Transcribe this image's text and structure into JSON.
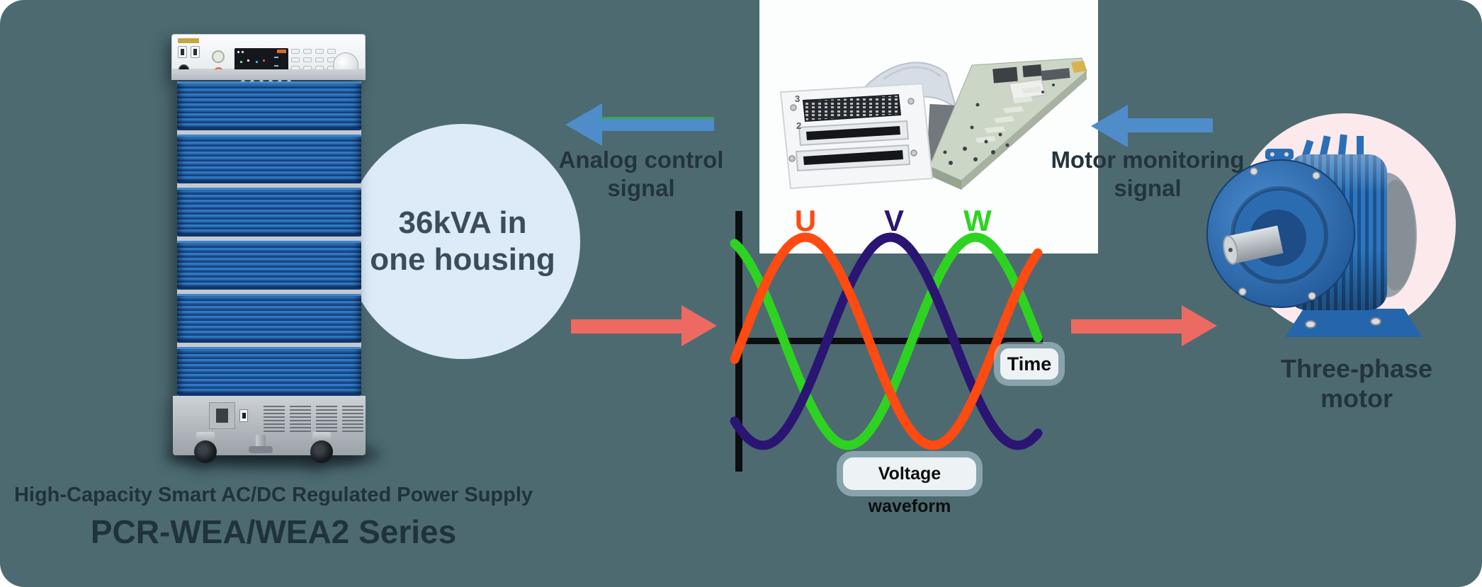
{
  "colors": {
    "background": "#4d6a71",
    "housing_circle_bg": "#dcebf7",
    "arrow_blue": "#4e8dca",
    "arrow_red": "#ec6a61",
    "motor_halo": "#fbe9ec",
    "text_dark": "#24343c"
  },
  "power_supply": {
    "caption_line1": "High-Capacity Smart AC/DC Regulated Power Supply",
    "caption_line2": "PCR-WEA/WEA2 Series"
  },
  "housing_circle": {
    "line1": "36kVA in",
    "line2": "one housing"
  },
  "signals": {
    "analog_line1": "Analog control",
    "analog_line2": "signal",
    "monitor_line1": "Motor monitoring",
    "monitor_line2": "signal"
  },
  "motor": {
    "label": "Three-phase motor"
  },
  "pcb": {
    "port_numbers": [
      "3",
      "2"
    ]
  },
  "chart_data": {
    "type": "line",
    "title": "Voltage waveform",
    "xlabel": "Time",
    "ylabel": "Voltage",
    "grid": false,
    "legend_position": "above-peaks",
    "x_range_deg": [
      -10,
      418
    ],
    "amplitude": 1,
    "description": "Three-phase sinusoidal voltage waveforms U, V, W separated by 120 degrees",
    "series": [
      {
        "name": "U",
        "color": "#ff4a11",
        "phase_deg": 0,
        "amplitude": 1
      },
      {
        "name": "V",
        "color": "#2b1573",
        "phase_deg": -120,
        "amplitude": 1
      },
      {
        "name": "W",
        "color": "#2ed321",
        "phase_deg": -240,
        "amplitude": 1
      }
    ]
  }
}
